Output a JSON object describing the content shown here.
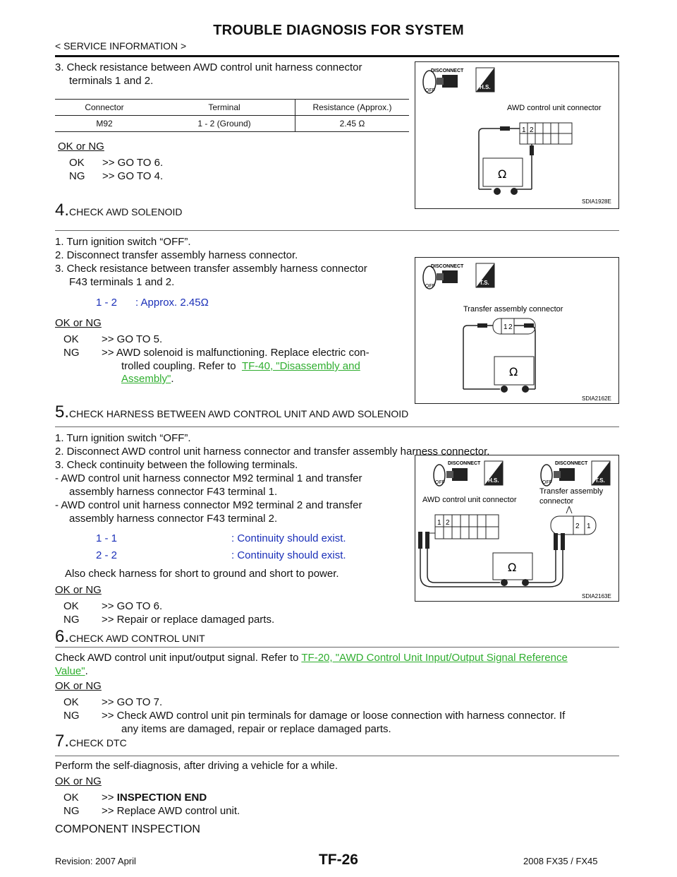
{
  "header": {
    "title": "TROUBLE DIAGNOSIS FOR SYSTEM",
    "section": "< SERVICE INFORMATION >"
  },
  "step3": {
    "instruction_line1": "3. Check resistance between AWD control unit harness connector",
    "instruction_line2": "terminals 1 and 2.",
    "table": {
      "headers": [
        "Connector",
        "Terminal",
        "Resistance (Approx.)"
      ],
      "rows": [
        [
          "M92",
          "1 - 2 (Ground)",
          "2.45 Ω"
        ]
      ]
    },
    "ok_or_ng": "OK or NG",
    "ok_label": "OK",
    "ok_text": ">>  GO TO 6.",
    "ng_label": "NG",
    "ng_text": ">>  GO TO 4."
  },
  "figure1": {
    "disconnect": "DISCONNECT",
    "off": "OFF",
    "badge": "H.S.",
    "connector_label": "AWD control unit connector",
    "pins": [
      "1",
      "2"
    ],
    "meter": "Ω",
    "id": "SDIA1928E"
  },
  "step4": {
    "num": "4.",
    "title": "CHECK AWD SOLENOID",
    "lines": [
      "1. Turn ignition switch “OFF”.",
      "2. Disconnect transfer assembly harness connector.",
      "3. Check resistance between transfer assembly harness connector",
      "F43 terminals 1 and 2."
    ],
    "spec_left": "1 - 2",
    "spec_right": ": Approx. 2.45Ω",
    "ok_or_ng": "OK or NG",
    "ok_label": "OK",
    "ok_text": ">> GO TO 5.",
    "ng_label": "NG",
    "ng_text1": ">> AWD  solenoid  is  malfunctioning.  Replace  electric  con-",
    "ng_text2": "trolled  coupling.  Refer  to",
    "ng_link1": "TF-40,  \"Disassembly  and",
    "ng_link2": "Assembly\"",
    "ng_end": "."
  },
  "figure2": {
    "disconnect": "DISCONNECT",
    "off": "OFF",
    "badge": "T.S.",
    "connector_label": "Transfer assembly connector",
    "pins": [
      "1",
      "2"
    ],
    "meter": "Ω",
    "id": "SDIA2162E"
  },
  "step5": {
    "num": "5.",
    "title": "CHECK HARNESS BETWEEN AWD CONTROL UNIT AND AWD SOLENOID",
    "lines": [
      "1. Turn ignition switch “OFF”.",
      "2. Disconnect AWD control unit harness connector and transfer assembly harness connector.",
      "3. Check continuity between the following terminals.",
      "-  AWD control unit harness connector M92 terminal 1 and transfer",
      "assembly harness connector F43 terminal 1.",
      "-  AWD control unit harness connector M92 terminal 2 and transfer",
      "assembly harness connector F43 terminal 2."
    ],
    "spec1_left": "1 - 1",
    "spec1_right": ": Continuity should exist.",
    "spec2_left": "2 - 2",
    "spec2_right": ": Continuity should exist.",
    "also": "Also check harness for short to ground and short to power.",
    "ok_or_ng": "OK or NG",
    "ok_label": "OK",
    "ok_text": ">> GO TO 6.",
    "ng_label": "NG",
    "ng_text": ">> Repair or replace damaged parts."
  },
  "figure3": {
    "disconnect": "DISCONNECT",
    "off": "OFF",
    "badge1": "H.S.",
    "badge2": "T.S.",
    "label_left": "AWD control unit connector",
    "label_right1": "Transfer assembly",
    "label_right2": "connector",
    "pins_left": [
      "1",
      "2"
    ],
    "pins_right": [
      "2",
      "1"
    ],
    "meter": "Ω",
    "id": "SDIA2163E"
  },
  "step6": {
    "num": "6.",
    "title": "CHECK AWD CONTROL UNIT",
    "text": "Check AWD control unit input/output signal. Refer to",
    "link1": "TF-20, \"AWD Control Unit Input/Output Signal Reference",
    "link2": "Value\"",
    "end": ".",
    "ok_or_ng": "OK or NG",
    "ok_label": "OK",
    "ok_text": ">> GO TO 7.",
    "ng_label": "NG",
    "ng_text1": ">> Check AWD control unit pin terminals for damage or loose connection with harness connector. If",
    "ng_text2": "any items are damaged, repair or replace damaged parts."
  },
  "step7": {
    "num": "7.",
    "title": "CHECK DTC",
    "text": "Perform the self-diagnosis, after driving a vehicle for a while.",
    "ok_or_ng": "OK or NG",
    "ok_label": "OK",
    "ok_prefix": ">>",
    "ok_text": "INSPECTION END",
    "ng_label": "NG",
    "ng_text": ">> Replace AWD control unit."
  },
  "component_inspection": "COMPONENT INSPECTION",
  "footer": {
    "revision": "Revision: 2007 April",
    "page": "TF-26",
    "model": "2008 FX35 / FX45"
  }
}
